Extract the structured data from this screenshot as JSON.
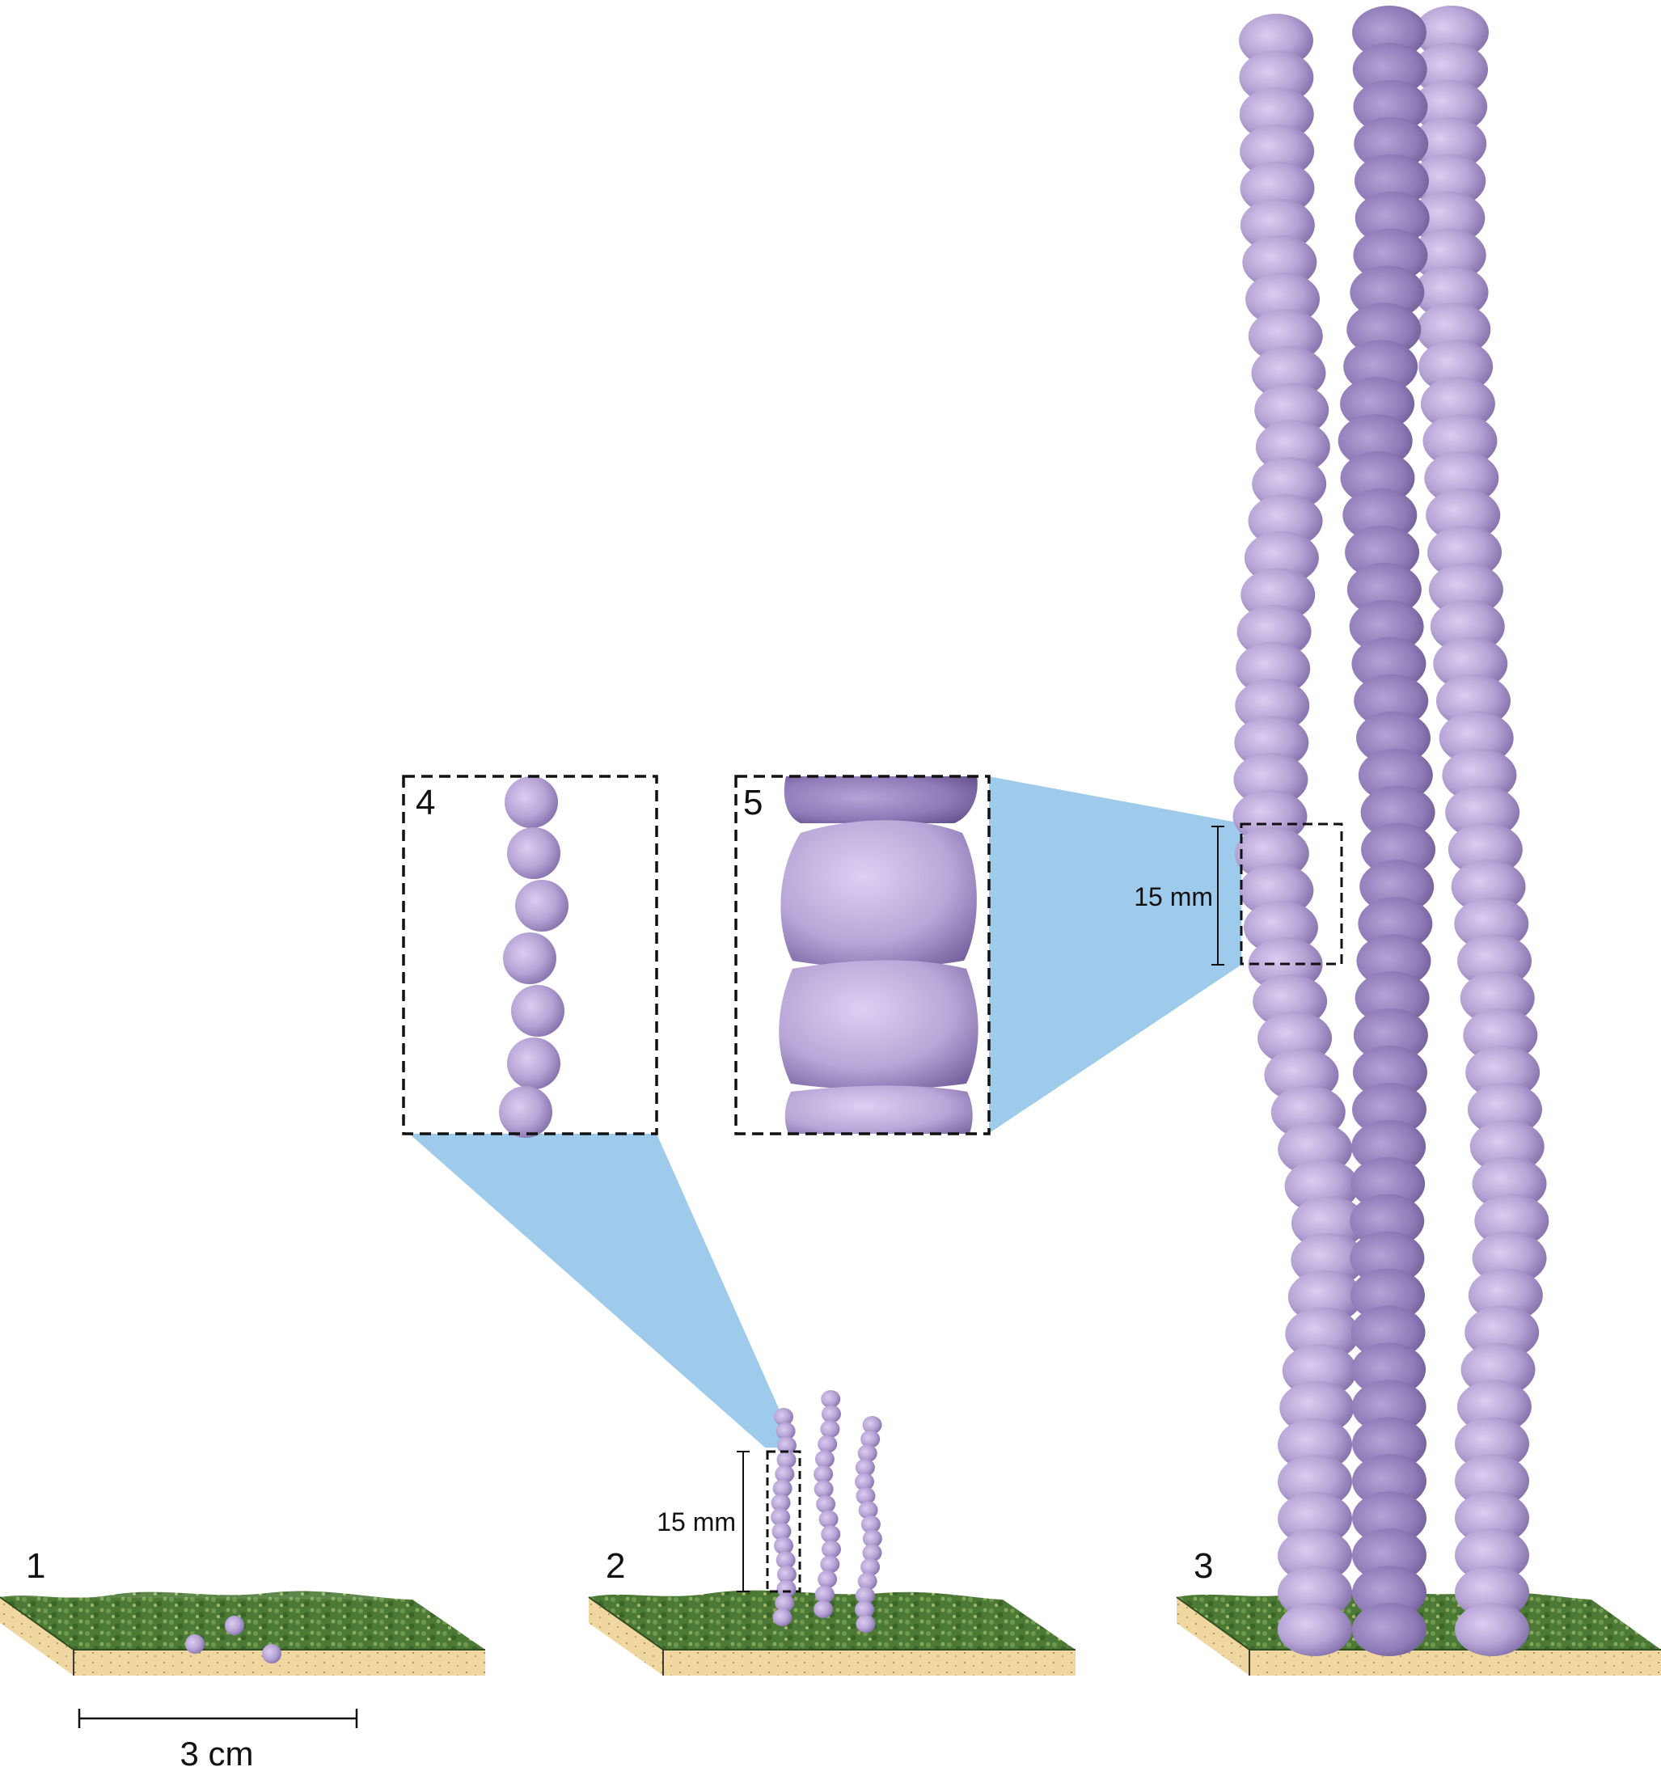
{
  "colors": {
    "background": "#ffffff",
    "grass": "#4f7a3a",
    "soil": "#f0d7a0",
    "bead": "#b5a5d4",
    "bead_dark": "#8b78b2",
    "bead_light": "#d8c9ee",
    "zoom_wedge": "#9ccaea",
    "outline": "#111111"
  },
  "panels": [
    {
      "id": "1",
      "label": "1"
    },
    {
      "id": "2",
      "label": "2"
    },
    {
      "id": "3",
      "label": "3"
    },
    {
      "id": "4",
      "label": "4"
    },
    {
      "id": "5",
      "label": "5"
    }
  ],
  "measurements": {
    "panel2_height": "15 mm",
    "panel3_height": "15 mm",
    "scale_bar": "3 cm"
  }
}
